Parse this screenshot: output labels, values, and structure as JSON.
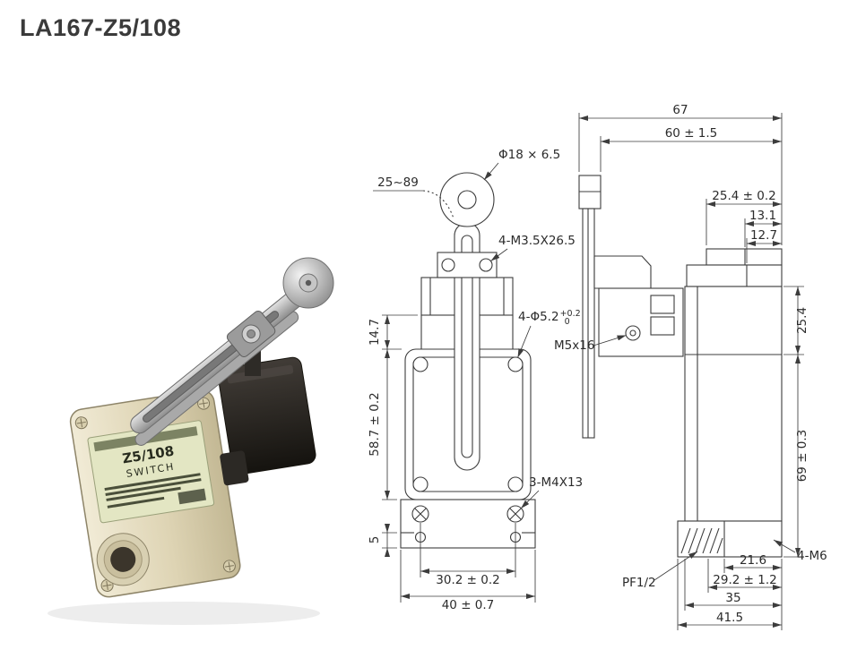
{
  "page": {
    "title": "LA167-Z5/108",
    "background": "#ffffff",
    "line_color": "#3c3c3c"
  },
  "photo": {
    "label": {
      "model": "Z5/108",
      "product": "SWITCH"
    }
  },
  "front_view": {
    "callouts": {
      "roller_size": "Φ18 × 6.5",
      "lever_adjust_range": "25~89",
      "head_screws": "4-M3.5X26.5",
      "mount_holes": "4-Φ5.2",
      "mount_holes_tol_upper": "+0.2",
      "mount_holes_tol_lower": "0",
      "cover_screws": "3-M4X13"
    },
    "dimensions": {
      "head_offset": "14.7",
      "body_height": "58.7 ± 0.2",
      "foot_height": "5",
      "hole_spacing": "30.2 ± 0.2",
      "overall_width": "40 ± 0.7"
    }
  },
  "side_view": {
    "callouts": {
      "head_screw": "M5x16",
      "conduit_thread": "PF1/2",
      "mount_thread": "4-M6"
    },
    "dimensions": {
      "overall_depth": "67",
      "lever_offset": "60 ± 1.5",
      "cap_depth": "25.4 ± 0.2",
      "cap_step_upper": "13.1",
      "cap_step_lower": "12.7",
      "head_height": "25.4",
      "body_height": "69 ± 0.3",
      "conduit_offset": "21.6",
      "conduit_center": "29.2 ± 1.2",
      "base_depth": "35",
      "overall_base": "41.5"
    }
  }
}
